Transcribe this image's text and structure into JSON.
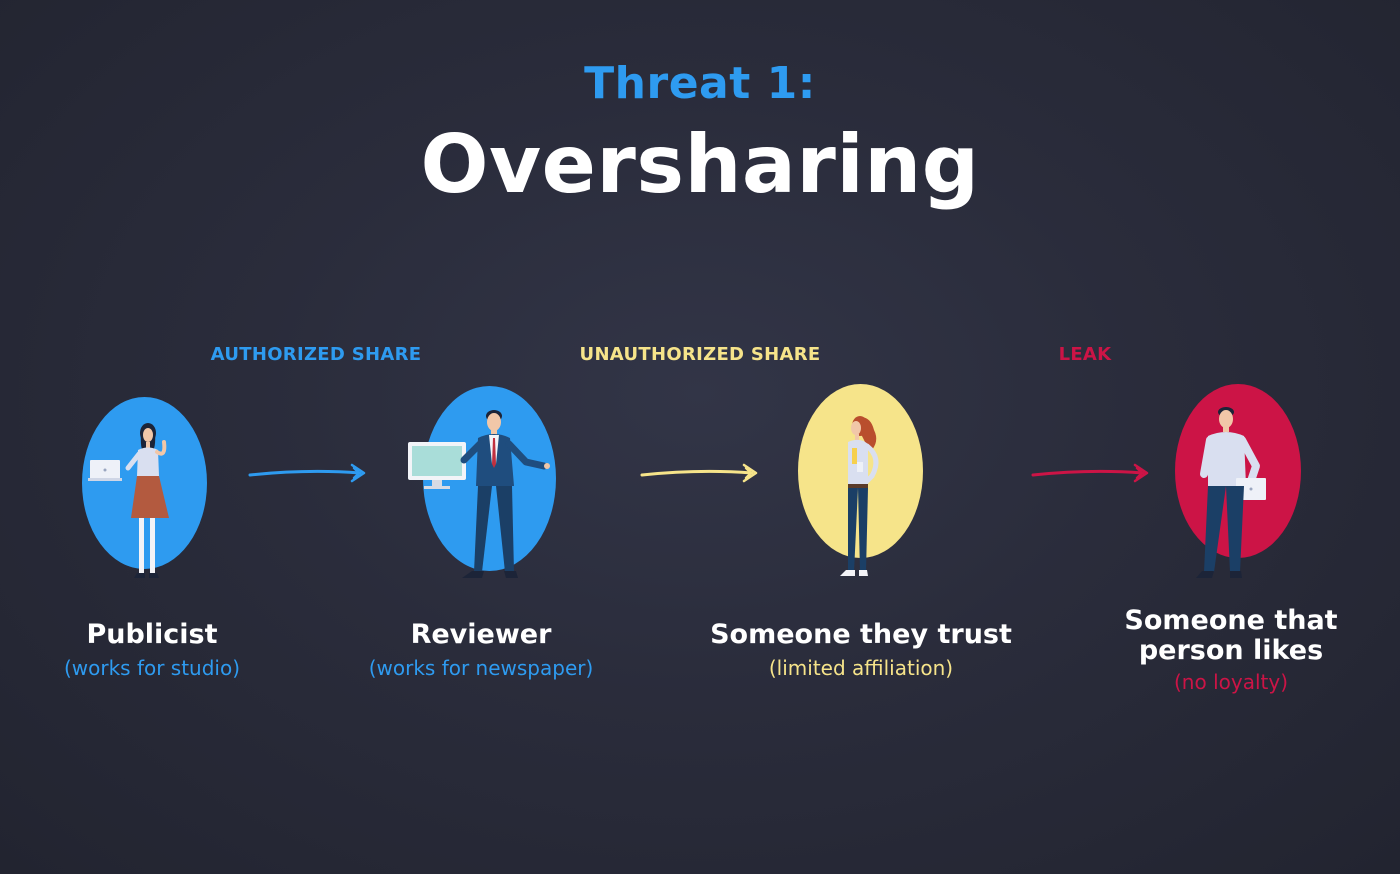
{
  "header": {
    "subtitle": "Threat 1:",
    "title": "Oversharing"
  },
  "colors": {
    "blue": "#2e9bf0",
    "yellow": "#f6e48a",
    "red": "#cc1446",
    "white": "#ffffff"
  },
  "shares": [
    {
      "label": "AUTHORIZED SHARE",
      "color": "#2e9bf0"
    },
    {
      "label": "UNAUTHORIZED SHARE",
      "color": "#f6e48a"
    },
    {
      "label": "LEAK",
      "color": "#cc1446"
    }
  ],
  "people": [
    {
      "name": "Publicist",
      "sub": "(works for studio)",
      "color": "#2e9bf0",
      "icon": "woman-with-laptop-icon"
    },
    {
      "name": "Reviewer",
      "sub": "(works for newspaper)",
      "color": "#2e9bf0",
      "icon": "man-with-monitor-icon"
    },
    {
      "name": "Someone they trust",
      "sub": "(limited affiliation)",
      "color": "#f6e48a",
      "icon": "woman-with-phone-icon"
    },
    {
      "name": "Someone that person likes",
      "sub": "(no loyalty)",
      "color": "#cc1446",
      "icon": "man-with-laptop-icon"
    }
  ]
}
